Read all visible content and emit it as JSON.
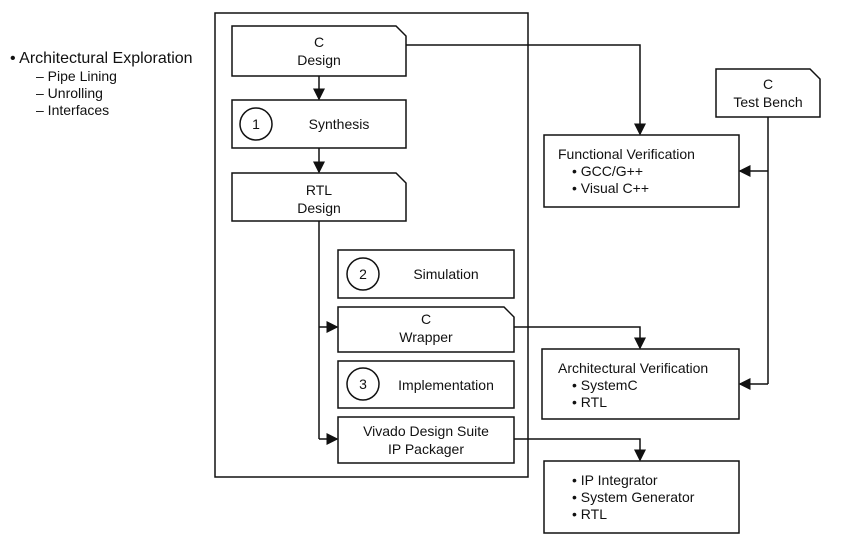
{
  "sidebar": {
    "title": "• Architectural Exploration",
    "items": [
      "– Pipe Lining",
      "– Unrolling",
      "– Interfaces"
    ]
  },
  "flow": {
    "c_design": [
      "C",
      "Design"
    ],
    "synthesis": {
      "step": "1",
      "label": "Synthesis"
    },
    "rtl_design": [
      "RTL",
      "Design"
    ],
    "simulation": {
      "step": "2",
      "label": "Simulation"
    },
    "c_wrapper": [
      "C",
      "Wrapper"
    ],
    "implementation": {
      "step": "3",
      "label": "Implementation"
    },
    "ip_packager": [
      "Vivado Design Suite",
      "IP Packager"
    ]
  },
  "test_bench": [
    "C",
    "Test Bench"
  ],
  "functional_verification": {
    "title": "Functional Verification",
    "items": [
      "• GCC/G++",
      "• Visual C++"
    ]
  },
  "architectural_verification": {
    "title": "Architectural Verification",
    "items": [
      "• SystemC",
      "• RTL"
    ]
  },
  "outputs": {
    "items": [
      "• IP Integrator",
      "• System Generator",
      "• RTL"
    ]
  }
}
